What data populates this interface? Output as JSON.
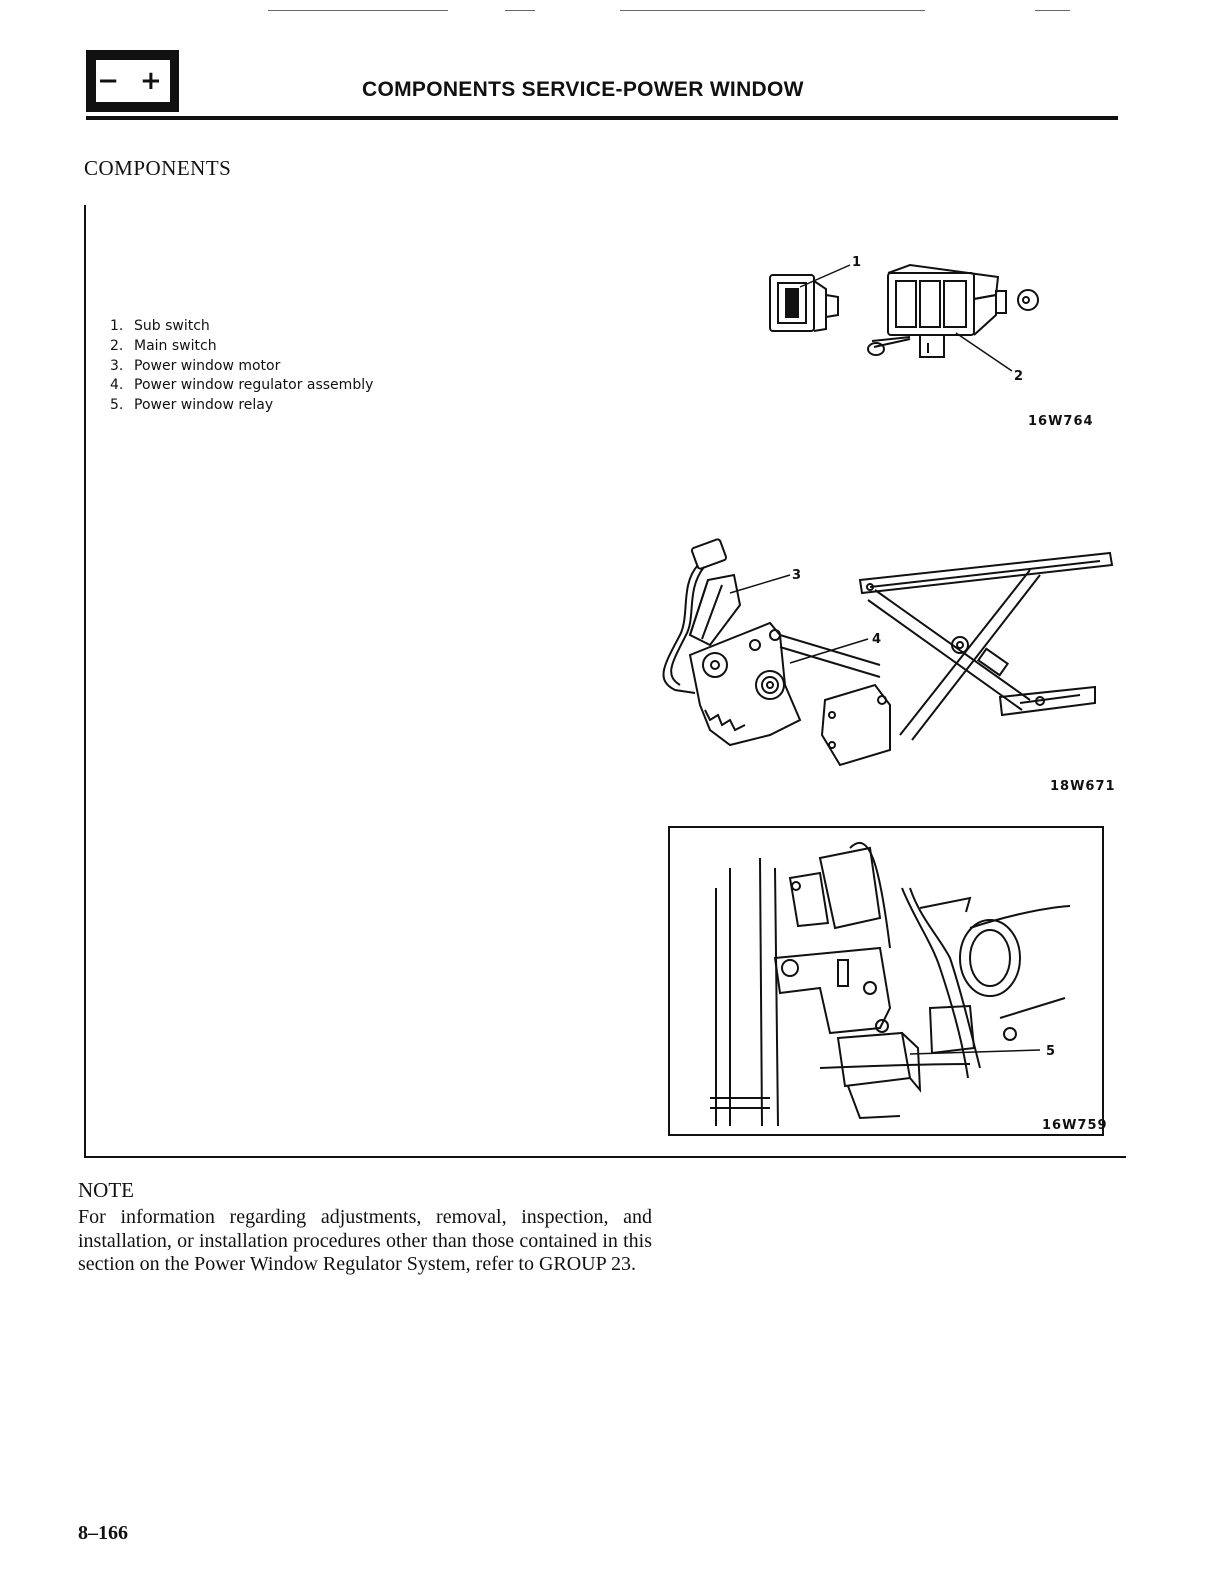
{
  "header": {
    "title": "COMPONENTS SERVICE-POWER WINDOW",
    "logo_icon": "battery-icon"
  },
  "section": {
    "title": "COMPONENTS"
  },
  "legend": [
    {
      "num": "1.",
      "label": "Sub switch"
    },
    {
      "num": "2.",
      "label": "Main switch"
    },
    {
      "num": "3.",
      "label": "Power window motor"
    },
    {
      "num": "4.",
      "label": "Power window regulator assembly"
    },
    {
      "num": "5.",
      "label": "Power window relay"
    }
  ],
  "figures": {
    "switches": {
      "code": "16W764",
      "callouts": [
        "1",
        "2"
      ]
    },
    "regulator": {
      "code": "18W671",
      "callouts": [
        "3",
        "4"
      ]
    },
    "relay": {
      "code": "16W759",
      "callouts": [
        "5"
      ]
    }
  },
  "note": {
    "heading": "NOTE",
    "body": "For information regarding adjustments, removal, inspection, and installation, or installation procedures other than those contained in this section on the Power Window Regulator System, refer to GROUP 23."
  },
  "page_number": "8–166"
}
